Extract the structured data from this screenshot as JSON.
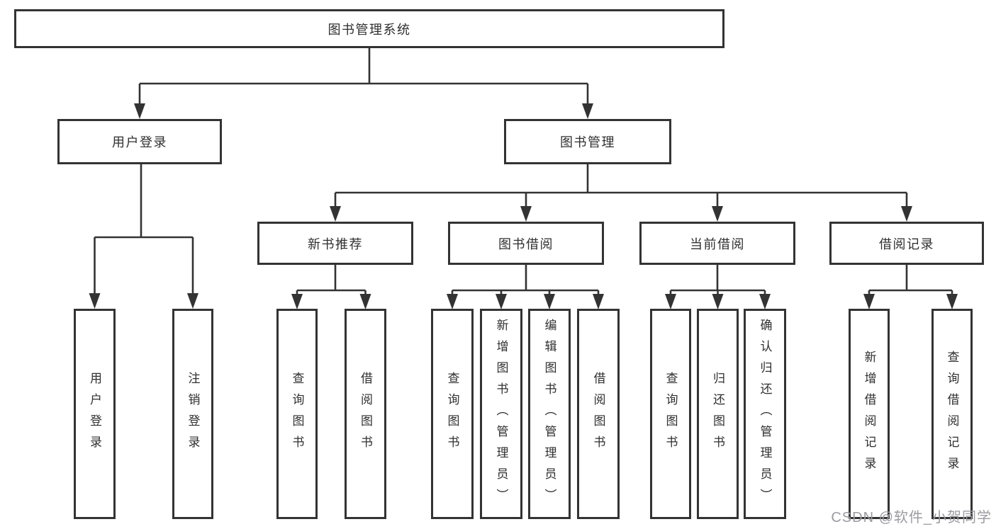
{
  "diagram": {
    "root": "图书管理系统",
    "user_login_branch": {
      "label": "用户登录",
      "children": [
        "用户登录",
        "注销登录"
      ]
    },
    "book_mgmt_branch": {
      "label": "图书管理",
      "modules": [
        {
          "label": "新书推荐",
          "children": [
            "查询图书",
            "借阅图书"
          ]
        },
        {
          "label": "图书借阅",
          "children": [
            "查询图书",
            "新增图书（管理员）",
            "编辑图书（管理员）",
            "借阅图书"
          ]
        },
        {
          "label": "当前借阅",
          "children": [
            "查询图书",
            "归还图书",
            "确认归还（管理员）"
          ]
        },
        {
          "label": "借阅记录",
          "children": [
            "新增借阅记录",
            "查询借阅记录"
          ]
        }
      ]
    }
  },
  "watermark": "CSDN @软件_小贺同学",
  "colors": {
    "line": "#333333",
    "text": "#2f2f2f",
    "watermark": "#9b9ba2",
    "background": "#ffffff"
  }
}
